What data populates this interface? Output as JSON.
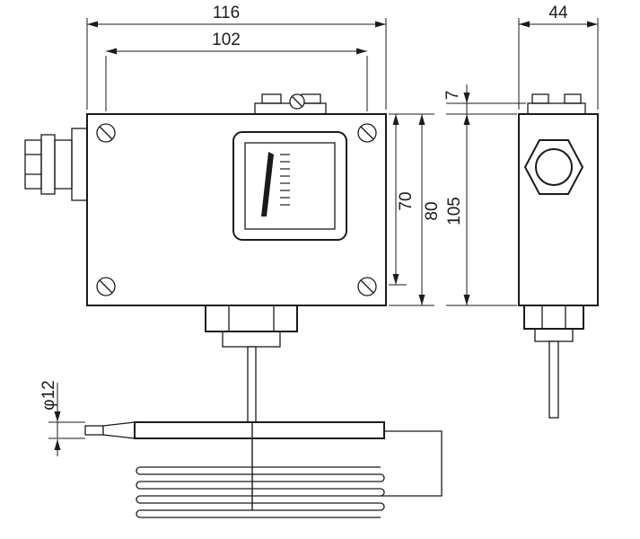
{
  "meta": {
    "background_color": "#ffffff",
    "line_color": "#1b1b1b",
    "drawing_kind": "two-view technical drawing of a temperature switch with capillary sensor"
  },
  "dimensions": {
    "overall_width": "116",
    "mounting_width": "102",
    "side_width": "44",
    "terminal_offset": "7",
    "window_height": "70",
    "body_height": "80",
    "side_height": "105",
    "bulb_diameter": "φ12"
  }
}
